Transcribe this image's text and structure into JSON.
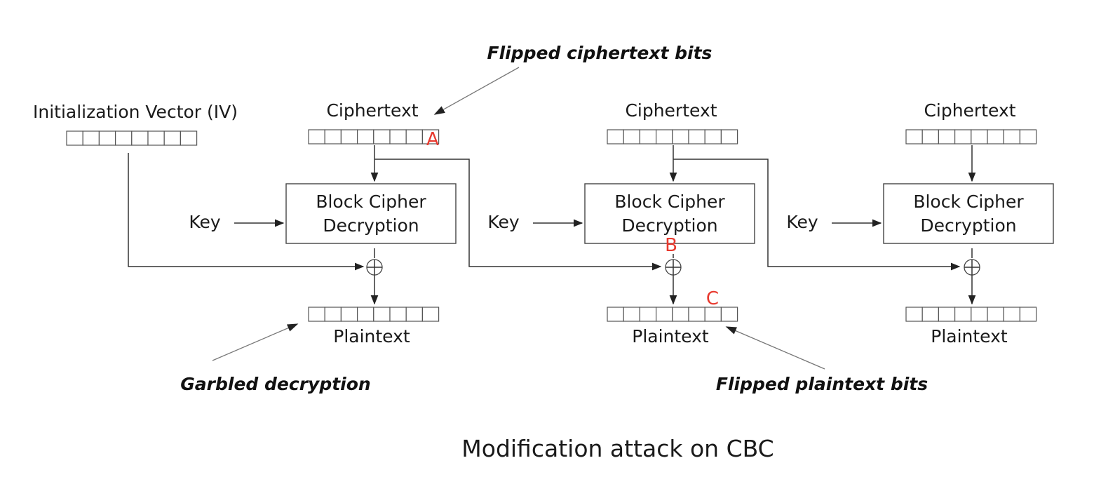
{
  "diagram": {
    "top_annotation": "Flipped ciphertext bits",
    "iv_label": "Initialization Vector (IV)",
    "ciphertext_label": "Ciphertext",
    "key_label": "Key",
    "cipher_box_line1": "Block Cipher",
    "cipher_box_line2": "Decryption",
    "plaintext_label": "Plaintext",
    "marker_a": "A",
    "marker_b": "B",
    "marker_c": "C",
    "garbled_note": "Garbled decryption",
    "flipped_plaintext_note": "Flipped plaintext bits",
    "caption": "Modification attack on CBC"
  },
  "colors": {
    "flipped_bit": "#e8392e",
    "garbled_fill": "#cfcfcf"
  }
}
